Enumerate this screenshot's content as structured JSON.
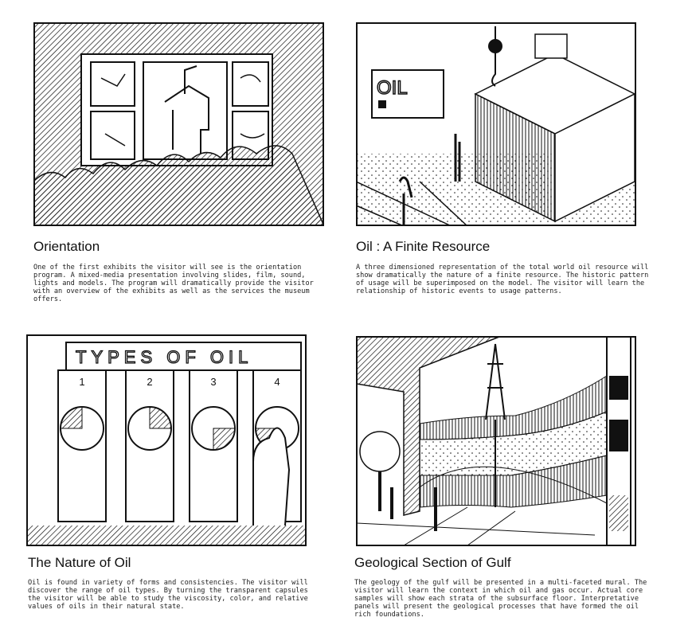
{
  "panels": [
    {
      "title": "Orientation",
      "text": "One of the first exhibits the visitor will see is the orientation\nprogram.  A mixed-media presentation involving slides, film, sound,\nlights and models.  The program will dramatically provide the visitor\nwith an overview of the exhibits as well as the services the museum\noffers."
    },
    {
      "title": "Oil : A Finite Resource",
      "text": "A three dimensioned representation of the total world oil resource will\nshow dramatically the nature of a finite resource.  The historic pattern\nof usage will be superimposed on the model.  The visitor will learn the\nrelationship of historic events to usage patterns.",
      "sketch_sign": "OIL"
    },
    {
      "title": "The Nature of  Oil",
      "text": "Oil is found in variety of forms and consistencies.  The visitor will\ndiscover the range of oil types.  By turning the transparent capsules\nthe visitor will be able to study the viscosity, color, and relative\nvalues of oils in their natural state.",
      "sketch_sign": "TYPES OF OIL",
      "sketch_numbers": [
        "1",
        "2",
        "3",
        "4"
      ]
    },
    {
      "title": "Geological Section of Gulf",
      "text": "The geology of the gulf will be presented in a multi-faceted mural.  The\nvisitor will learn the context in which oil and gas occur.  Actual core\nsamples will show each strata of the subsurface floor.  Interpretative\npanels will present the geological processes that have formed the oil\nrich foundations."
    }
  ]
}
